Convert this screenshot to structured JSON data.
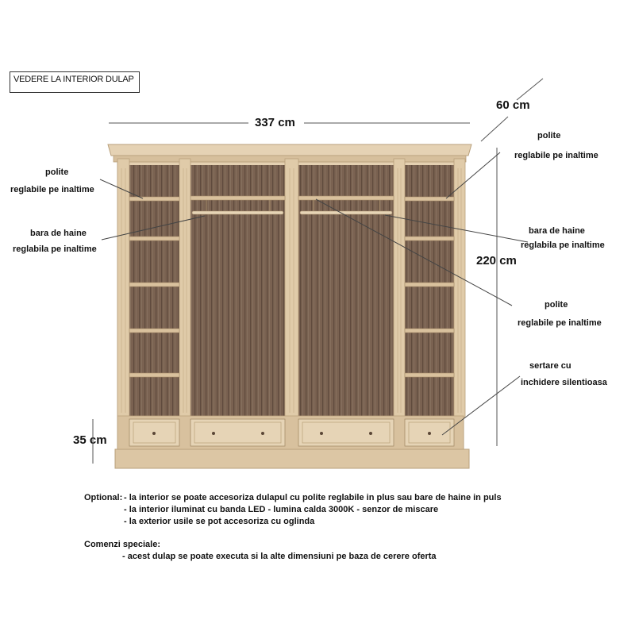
{
  "title": "VEDERE LA INTERIOR DULAP",
  "dimensions": {
    "width": "337 cm",
    "depth": "60 cm",
    "height": "220 cm",
    "base": "35 cm"
  },
  "callouts": {
    "left_shelf_1": "polite",
    "left_shelf_2": "reglabile  pe inaltime",
    "left_bar_1": "bara de haine",
    "left_bar_2": "reglabila  pe inaltime",
    "right_shelf_1": "polite",
    "right_shelf_2": "reglabile  pe inaltime",
    "right_bar_1": "bara de haine",
    "right_bar_2": "reglabila pe inaltime",
    "mid_shelf_1": "polite",
    "mid_shelf_2": "reglabile  pe inaltime",
    "drawer_1": "sertare    cu",
    "drawer_2": "inchidere silentioasa"
  },
  "notes": {
    "optional_label": "Optional:",
    "optional_1": "- la interior se poate accesoriza dulapul cu polite reglabile in plus sau bare de haine in puls",
    "optional_2": "- la interior iluminat cu banda LED - lumina calda 3000K - senzor de miscare",
    "optional_3": "- la exterior usile se pot accesoriza cu oglinda",
    "special_label": "Comenzi speciale:",
    "special_1": "- acest dulap se poate executa si la alte dimensiuni pe baza de cerere oferta"
  },
  "colors": {
    "wood_light": "#ddc7a6",
    "wood_mid": "#cfb690",
    "interior_dark": "#7b6352",
    "line": "#444444"
  }
}
